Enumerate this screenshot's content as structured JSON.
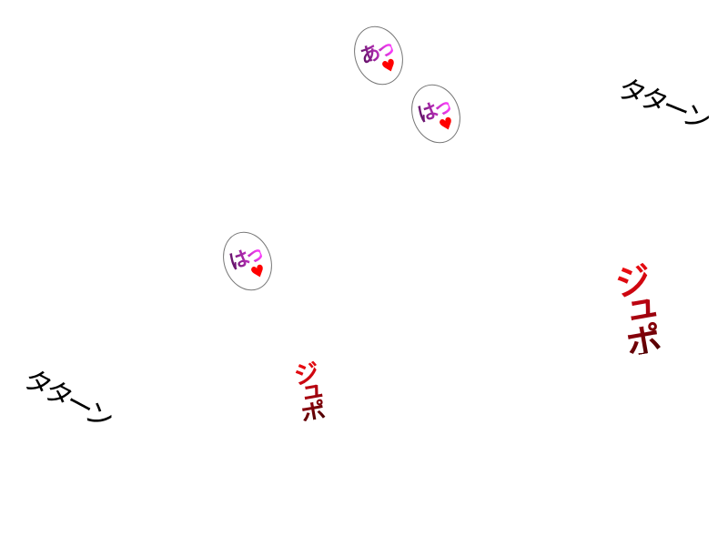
{
  "sfx": {
    "moan_a": "あっ",
    "moan_ha_1": "はっ",
    "moan_ha_2": "はっ",
    "heart": "♥",
    "tatan_1": "タターン",
    "tatan_2": "タターン",
    "jupo_1": "ジュポ",
    "jupo_2": "ジュポ"
  },
  "colors": {
    "heart": "#ff0000",
    "moan": "#c030c0",
    "jupo": "#c00010"
  }
}
